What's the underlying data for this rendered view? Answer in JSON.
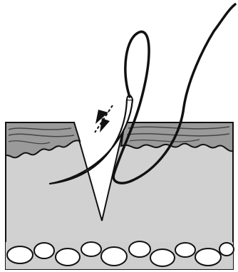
{
  "figure": {
    "kind": "illustration",
    "subject": "suturing-through-skin-wound",
    "colors": {
      "background": "#ffffff",
      "dermis": "#cfcfcf",
      "epidermis": "#8e8e8e",
      "fat": "#ffffff",
      "outline": "#111111",
      "needle": "#ffffff",
      "suture": "#111111"
    },
    "icons": [
      "needle",
      "suture-thread",
      "motion-arrow"
    ]
  }
}
